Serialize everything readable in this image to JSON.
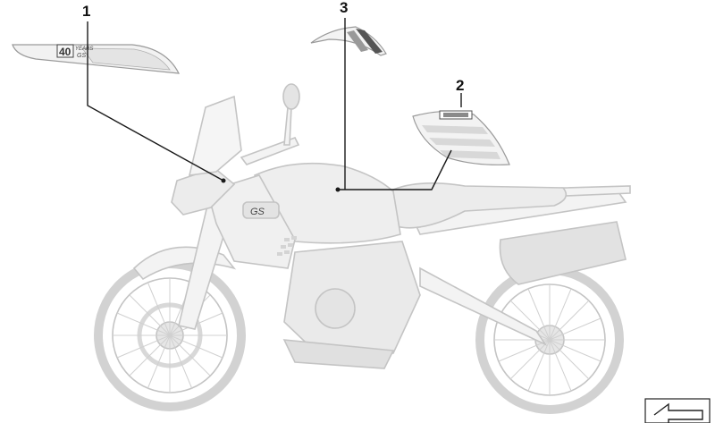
{
  "callouts": [
    {
      "id": "1",
      "part": "decal-40-years-gs"
    },
    {
      "id": "2",
      "part": "tank-side-decal"
    },
    {
      "id": "3",
      "part": "tank-top-stripe-decal"
    }
  ],
  "decal_1": {
    "number": "40",
    "small_line_1": "YEARS",
    "small_line_2": "GS"
  },
  "bike": {
    "model_badge": "GS"
  },
  "nav": {
    "icon": "back-arrow-icon"
  },
  "colors": {
    "line": "#1a1a1a",
    "ghost": "#c8c8c8",
    "ghost_fill": "#f1f1f1"
  }
}
